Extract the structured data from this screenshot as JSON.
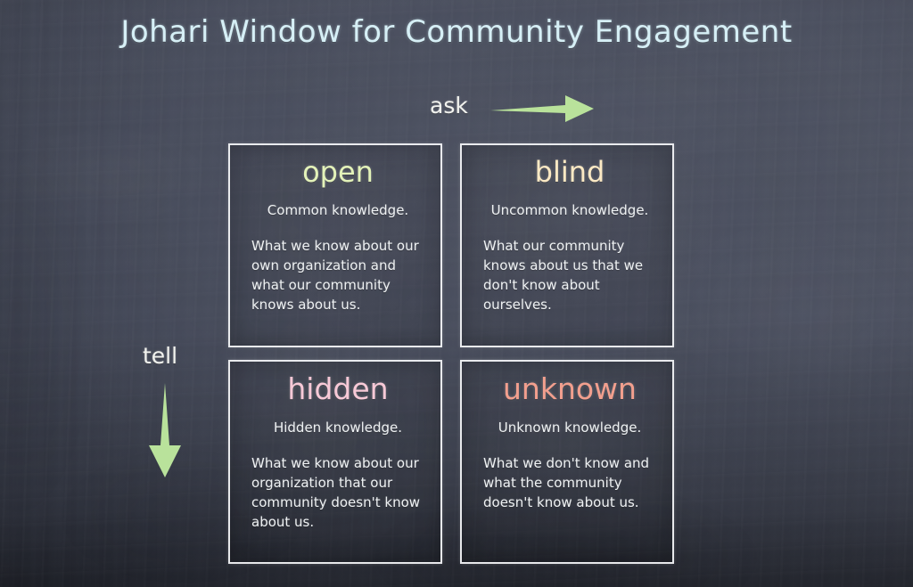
{
  "title": "Johari Window for Community Engagement",
  "axes": {
    "horizontal": {
      "label": "ask",
      "icon": "arrow-right-icon",
      "color": "#b9e29b"
    },
    "vertical": {
      "label": "tell",
      "icon": "arrow-down-icon",
      "color": "#b9e29b"
    }
  },
  "colors": {
    "background": "#434858",
    "title": "#d6eff6",
    "border": "#f6f8fa",
    "body_text": "#eef1f3",
    "open": "#e3f2b9",
    "blind": "#fbe9c4",
    "hidden": "#f7c9d7",
    "unknown": "#f29f8e",
    "arrow": "#b9e29b"
  },
  "quadrants": [
    {
      "key": "open",
      "title": "open",
      "lead": "Common knowledge.",
      "body": "What we know about our own organization and what our community knows about us."
    },
    {
      "key": "blind",
      "title": "blind",
      "lead": "Uncommon knowledge.",
      "body": "What our community knows about us that we don't know about ourselves."
    },
    {
      "key": "hidden",
      "title": "hidden",
      "lead": "Hidden knowledge.",
      "body": "What we know about our organization that our community doesn't know about us."
    },
    {
      "key": "unknown",
      "title": "unknown",
      "lead": "Unknown knowledge.",
      "body": "What we don't know and what the community doesn't know about us."
    }
  ]
}
